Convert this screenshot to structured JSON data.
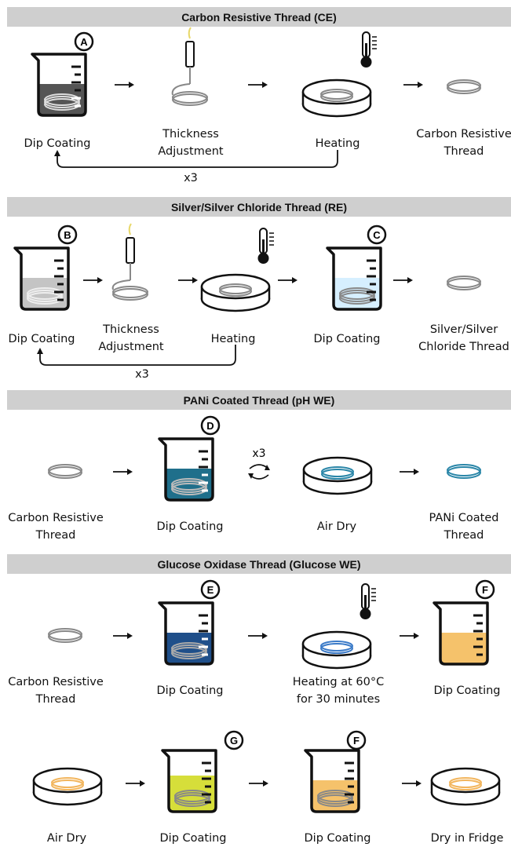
{
  "panels": {
    "ce": {
      "title": "Carbon Resistive Thread (CE)",
      "badge": "A",
      "step1": "Dip Coating",
      "step2_line1": "Thickness",
      "step2_line2": "Adjustment",
      "step3": "Heating",
      "result_line1": "Carbon Resistive",
      "result_line2": "Thread",
      "repeat": "x3"
    },
    "re": {
      "title": "Silver/Silver Chloride Thread (RE)",
      "badge1": "B",
      "badge2": "C",
      "step1": "Dip Coating",
      "step2_line1": "Thickness",
      "step2_line2": "Adjustment",
      "step3": "Heating",
      "step4": "Dip Coating",
      "result_line1": "Silver/Silver",
      "result_line2": "Chloride Thread",
      "repeat": "x3"
    },
    "pani": {
      "title": "PANi Coated Thread (pH WE)",
      "badge": "D",
      "start_line1": "Carbon Resistive",
      "start_line2": "Thread",
      "step1": "Dip Coating",
      "step2": "Air Dry",
      "result_line1": "PANi Coated",
      "result_line2": "Thread",
      "repeat": "x3"
    },
    "glucose": {
      "title": "Glucose Oxidase Thread (Glucose WE)",
      "badge_e": "E",
      "badge_f1": "F",
      "badge_g": "G",
      "badge_f2": "F",
      "start_line1": "Carbon Resistive",
      "start_line2": "Thread",
      "step1": "Dip Coating",
      "step2_line1": "Heating at 60°C",
      "step2_line2": "for 30 minutes",
      "step3": "Dip Coating",
      "step4": "Air Dry",
      "step5": "Dip Coating",
      "step6": "Dip Coating",
      "step7": "Dry in Fridge"
    }
  },
  "colors": {
    "carbon_liquid": "#555555",
    "silver_liquid": "#c4c4c4",
    "silver_chloride_liquid": "#d6efff",
    "pani_liquid": "#1f6f8b",
    "pani_thread": "#2a86a8",
    "gox_liquid": "#1f4f8a",
    "gox_thread": "#3a7ac8",
    "orange_liquid": "#f5c26b",
    "orange_thread": "#f2b55c",
    "yellow_liquid": "#d6de3a",
    "header_bg": "#cfcfcf"
  },
  "icons": [
    "beaker-icon",
    "syringe-icon",
    "petri-dish-icon",
    "thermometer-icon",
    "thread-coil-icon",
    "arrow-right-icon",
    "cycle-arrows-icon"
  ]
}
